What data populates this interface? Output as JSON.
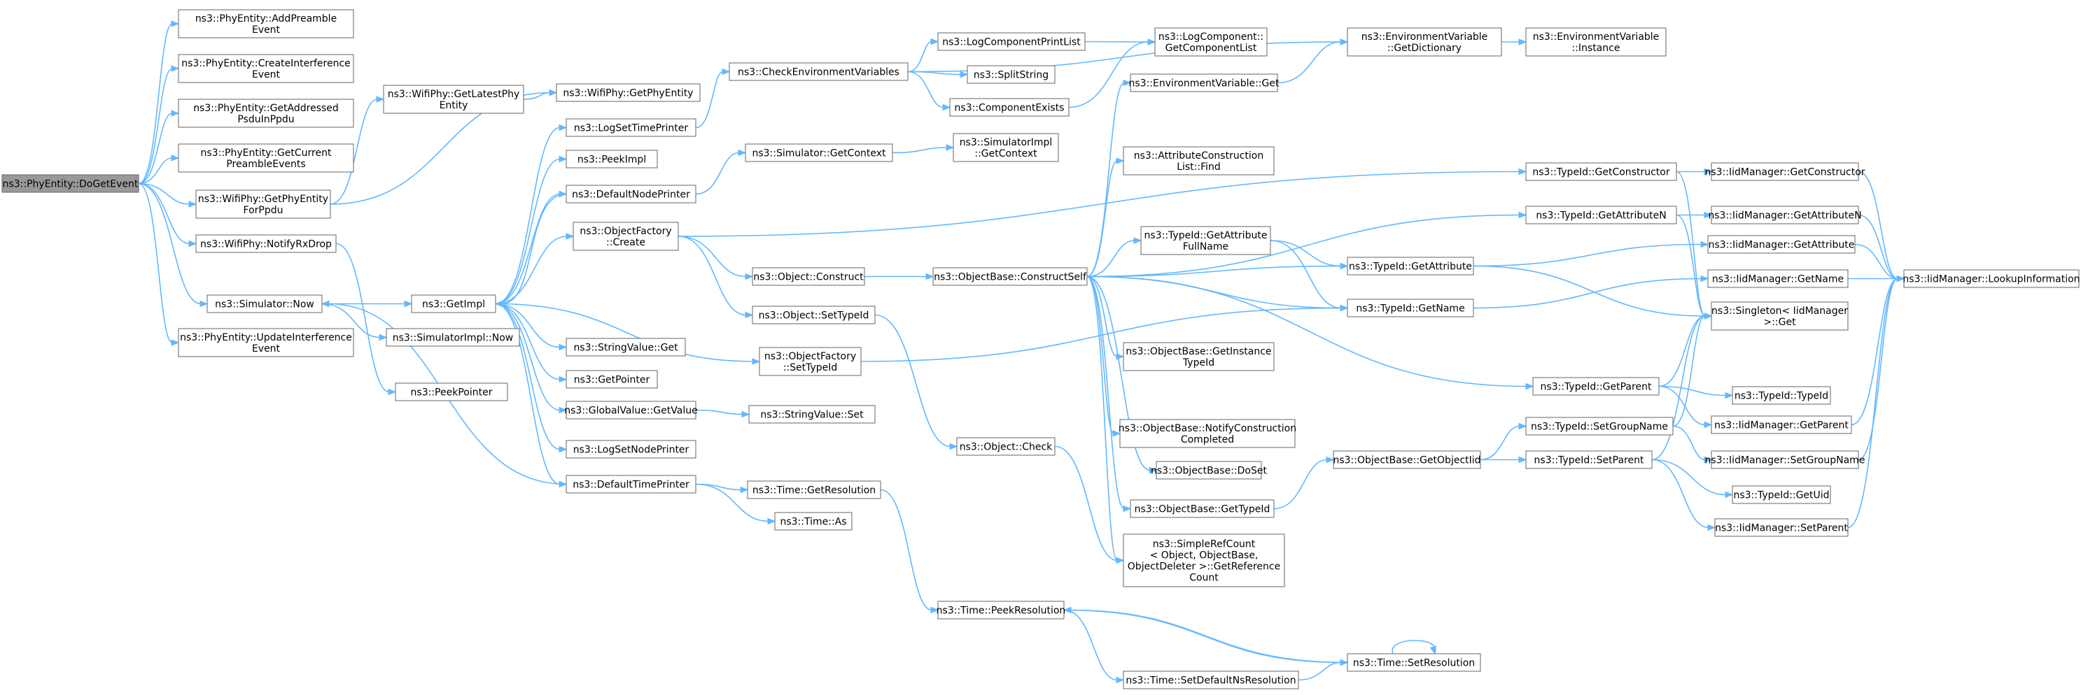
{
  "theme": {
    "edge_color": "#63b8ff",
    "node_fill": "#ffffff",
    "node_stroke": "#666666",
    "root_fill": "#999999"
  },
  "nodes": [
    {
      "id": "n0",
      "lines": [
        "ns3::PhyEntity::DoGetEvent"
      ],
      "root": true
    },
    {
      "id": "n1",
      "lines": [
        "ns3::PhyEntity::AddPreamble",
        "Event"
      ]
    },
    {
      "id": "n2",
      "lines": [
        "ns3::PhyEntity::CreateInterference",
        "Event"
      ]
    },
    {
      "id": "n3",
      "lines": [
        "ns3::PhyEntity::GetAddressed",
        "PsduInPpdu"
      ]
    },
    {
      "id": "n4",
      "lines": [
        "ns3::PhyEntity::GetCurrent",
        "PreambleEvents"
      ]
    },
    {
      "id": "n5",
      "lines": [
        "ns3::WifiPhy::GetPhyEntity",
        "ForPpdu"
      ]
    },
    {
      "id": "n6",
      "lines": [
        "ns3::WifiPhy::NotifyRxDrop"
      ]
    },
    {
      "id": "n7",
      "lines": [
        "ns3::Simulator::Now"
      ]
    },
    {
      "id": "n8",
      "lines": [
        "ns3::PhyEntity::UpdateInterference",
        "Event"
      ]
    },
    {
      "id": "n9",
      "lines": [
        "ns3::WifiPhy::GetLatestPhy",
        "Entity"
      ]
    },
    {
      "id": "n10",
      "lines": [
        "ns3::WifiPhy::GetPhyEntity"
      ]
    },
    {
      "id": "n11",
      "lines": [
        "ns3::PeekPointer"
      ]
    },
    {
      "id": "n12",
      "lines": [
        "ns3::GetImpl"
      ]
    },
    {
      "id": "n13",
      "lines": [
        "ns3::SimulatorImpl::Now"
      ]
    },
    {
      "id": "n14",
      "lines": [
        "ns3::LogSetTimePrinter"
      ]
    },
    {
      "id": "n15",
      "lines": [
        "ns3::PeekImpl"
      ]
    },
    {
      "id": "n16",
      "lines": [
        "ns3::DefaultNodePrinter"
      ]
    },
    {
      "id": "n17",
      "lines": [
        "ns3::ObjectFactory",
        "::Create"
      ]
    },
    {
      "id": "n18",
      "lines": [
        "ns3::StringValue::Get"
      ]
    },
    {
      "id": "n19",
      "lines": [
        "ns3::GetPointer"
      ]
    },
    {
      "id": "n20",
      "lines": [
        "ns3::GlobalValue::GetValue"
      ]
    },
    {
      "id": "n21",
      "lines": [
        "ns3::LogSetNodePrinter"
      ]
    },
    {
      "id": "n22",
      "lines": [
        "ns3::DefaultTimePrinter"
      ]
    },
    {
      "id": "n23",
      "lines": [
        "ns3::CheckEnvironmentVariables"
      ]
    },
    {
      "id": "n24",
      "lines": [
        "ns3::Simulator::GetContext"
      ]
    },
    {
      "id": "n25",
      "lines": [
        "ns3::Object::Construct"
      ]
    },
    {
      "id": "n26",
      "lines": [
        "ns3::Object::SetTypeId"
      ]
    },
    {
      "id": "n27",
      "lines": [
        "ns3::ObjectFactory",
        "::SetTypeId"
      ]
    },
    {
      "id": "n28",
      "lines": [
        "ns3::StringValue::Set"
      ]
    },
    {
      "id": "n29",
      "lines": [
        "ns3::Time::GetResolution"
      ]
    },
    {
      "id": "n30",
      "lines": [
        "ns3::Time::As"
      ]
    },
    {
      "id": "n31",
      "lines": [
        "ns3::LogComponentPrintList"
      ]
    },
    {
      "id": "n32",
      "lines": [
        "ns3::SplitString"
      ]
    },
    {
      "id": "n33",
      "lines": [
        "ns3::ComponentExists"
      ]
    },
    {
      "id": "n34",
      "lines": [
        "ns3::SimulatorImpl",
        "::GetContext"
      ]
    },
    {
      "id": "n35",
      "lines": [
        "ns3::ObjectBase::ConstructSelf"
      ]
    },
    {
      "id": "n36",
      "lines": [
        "ns3::Object::Check"
      ]
    },
    {
      "id": "n37",
      "lines": [
        "ns3::Time::PeekResolution"
      ]
    },
    {
      "id": "n38",
      "lines": [
        "ns3::LogComponent::",
        "GetComponentList"
      ]
    },
    {
      "id": "n39",
      "lines": [
        "ns3::EnvironmentVariable::Get"
      ]
    },
    {
      "id": "n40",
      "lines": [
        "ns3::AttributeConstruction",
        "List::Find"
      ]
    },
    {
      "id": "n41",
      "lines": [
        "ns3::TypeId::GetAttribute",
        "FullName"
      ]
    },
    {
      "id": "n42",
      "lines": [
        "ns3::ObjectBase::GetInstance",
        "TypeId"
      ]
    },
    {
      "id": "n43",
      "lines": [
        "ns3::ObjectBase::NotifyConstruction",
        "Completed"
      ]
    },
    {
      "id": "n44",
      "lines": [
        "ns3::ObjectBase::DoSet"
      ]
    },
    {
      "id": "n45",
      "lines": [
        "ns3::ObjectBase::GetTypeId"
      ]
    },
    {
      "id": "n46",
      "lines": [
        "ns3::SimpleRefCount",
        "< Object, ObjectBase,",
        "ObjectDeleter >::GetReference",
        "Count"
      ]
    },
    {
      "id": "n47",
      "lines": [
        "ns3::Time::SetDefaultNsResolution"
      ]
    },
    {
      "id": "n48",
      "lines": [
        "ns3::EnvironmentVariable",
        "::GetDictionary"
      ]
    },
    {
      "id": "n49",
      "lines": [
        "ns3::TypeId::GetConstructor"
      ]
    },
    {
      "id": "n50",
      "lines": [
        "ns3::TypeId::GetAttributeN"
      ]
    },
    {
      "id": "n51",
      "lines": [
        "ns3::TypeId::GetAttribute"
      ]
    },
    {
      "id": "n52",
      "lines": [
        "ns3::TypeId::GetName"
      ]
    },
    {
      "id": "n53",
      "lines": [
        "ns3::TypeId::GetParent"
      ]
    },
    {
      "id": "n54",
      "lines": [
        "ns3::ObjectBase::GetObjectIid"
      ]
    },
    {
      "id": "n55",
      "lines": [
        "ns3::TypeId::SetGroupName"
      ]
    },
    {
      "id": "n56",
      "lines": [
        "ns3::TypeId::SetParent"
      ]
    },
    {
      "id": "n57",
      "lines": [
        "ns3::Time::SetResolution"
      ]
    },
    {
      "id": "n58",
      "lines": [
        "ns3::EnvironmentVariable",
        "::Instance"
      ]
    },
    {
      "id": "n59",
      "lines": [
        "ns3::IidManager::GetConstructor"
      ]
    },
    {
      "id": "n60",
      "lines": [
        "ns3::IidManager::GetAttributeN"
      ]
    },
    {
      "id": "n61",
      "lines": [
        "ns3::IidManager::GetAttribute"
      ]
    },
    {
      "id": "n62",
      "lines": [
        "ns3::IidManager::GetName"
      ]
    },
    {
      "id": "n63",
      "lines": [
        "ns3::Singleton< IidManager",
        ">::Get"
      ]
    },
    {
      "id": "n64",
      "lines": [
        "ns3::TypeId::TypeId"
      ]
    },
    {
      "id": "n65",
      "lines": [
        "ns3::IidManager::GetParent"
      ]
    },
    {
      "id": "n66",
      "lines": [
        "ns3::IidManager::SetGroupName"
      ]
    },
    {
      "id": "n67",
      "lines": [
        "ns3::TypeId::GetUid"
      ]
    },
    {
      "id": "n68",
      "lines": [
        "ns3::IidManager::SetParent"
      ]
    },
    {
      "id": "n69",
      "lines": [
        "ns3::IidManager::LookupInformation"
      ]
    }
  ],
  "edges": [
    [
      "n0",
      "n1"
    ],
    [
      "n0",
      "n2"
    ],
    [
      "n0",
      "n3"
    ],
    [
      "n0",
      "n4"
    ],
    [
      "n0",
      "n5"
    ],
    [
      "n0",
      "n6"
    ],
    [
      "n0",
      "n7"
    ],
    [
      "n0",
      "n8"
    ],
    [
      "n5",
      "n9"
    ],
    [
      "n5",
      "n10"
    ],
    [
      "n9",
      "n10"
    ],
    [
      "n6",
      "n11"
    ],
    [
      "n7",
      "n12"
    ],
    [
      "n7",
      "n13"
    ],
    [
      "n12",
      "n14"
    ],
    [
      "n12",
      "n15"
    ],
    [
      "n12",
      "n16"
    ],
    [
      "n12",
      "n17"
    ],
    [
      "n12",
      "n18"
    ],
    [
      "n12",
      "n19"
    ],
    [
      "n12",
      "n20"
    ],
    [
      "n12",
      "n21"
    ],
    [
      "n12",
      "n22"
    ],
    [
      "n12",
      "n27"
    ],
    [
      "n14",
      "n23"
    ],
    [
      "n16",
      "n24"
    ],
    [
      "n24",
      "n34"
    ],
    [
      "n16",
      "n12"
    ],
    [
      "n17",
      "n25"
    ],
    [
      "n17",
      "n26"
    ],
    [
      "n17",
      "n49"
    ],
    [
      "n20",
      "n28"
    ],
    [
      "n22",
      "n29"
    ],
    [
      "n22",
      "n30"
    ],
    [
      "n22",
      "n7"
    ],
    [
      "n23",
      "n31"
    ],
    [
      "n23",
      "n32"
    ],
    [
      "n23",
      "n33"
    ],
    [
      "n23",
      "n48"
    ],
    [
      "n31",
      "n38"
    ],
    [
      "n33",
      "n38"
    ],
    [
      "n25",
      "n35"
    ],
    [
      "n26",
      "n36"
    ],
    [
      "n27",
      "n52"
    ],
    [
      "n29",
      "n37"
    ],
    [
      "n35",
      "n39"
    ],
    [
      "n35",
      "n40"
    ],
    [
      "n35",
      "n41"
    ],
    [
      "n35",
      "n42"
    ],
    [
      "n35",
      "n43"
    ],
    [
      "n35",
      "n44"
    ],
    [
      "n35",
      "n45"
    ],
    [
      "n35",
      "n46"
    ],
    [
      "n35",
      "n50"
    ],
    [
      "n35",
      "n51"
    ],
    [
      "n35",
      "n52"
    ],
    [
      "n35",
      "n53"
    ],
    [
      "n36",
      "n46"
    ],
    [
      "n39",
      "n48"
    ],
    [
      "n48",
      "n58"
    ],
    [
      "n41",
      "n51"
    ],
    [
      "n41",
      "n52"
    ],
    [
      "n45",
      "n54"
    ],
    [
      "n54",
      "n55"
    ],
    [
      "n54",
      "n56"
    ],
    [
      "n37",
      "n57"
    ],
    [
      "n47",
      "n57"
    ],
    [
      "n57",
      "n37"
    ],
    [
      "n57",
      "n57"
    ],
    [
      "n37",
      "n47"
    ],
    [
      "n49",
      "n59"
    ],
    [
      "n49",
      "n63"
    ],
    [
      "n50",
      "n60"
    ],
    [
      "n50",
      "n63"
    ],
    [
      "n51",
      "n61"
    ],
    [
      "n51",
      "n63"
    ],
    [
      "n52",
      "n62"
    ],
    [
      "n53",
      "n63"
    ],
    [
      "n53",
      "n64"
    ],
    [
      "n53",
      "n65"
    ],
    [
      "n55",
      "n63"
    ],
    [
      "n55",
      "n66"
    ],
    [
      "n56",
      "n63"
    ],
    [
      "n56",
      "n67"
    ],
    [
      "n56",
      "n68"
    ],
    [
      "n59",
      "n69"
    ],
    [
      "n60",
      "n69"
    ],
    [
      "n61",
      "n69"
    ],
    [
      "n62",
      "n69"
    ],
    [
      "n65",
      "n69"
    ],
    [
      "n66",
      "n69"
    ],
    [
      "n68",
      "n69"
    ]
  ]
}
